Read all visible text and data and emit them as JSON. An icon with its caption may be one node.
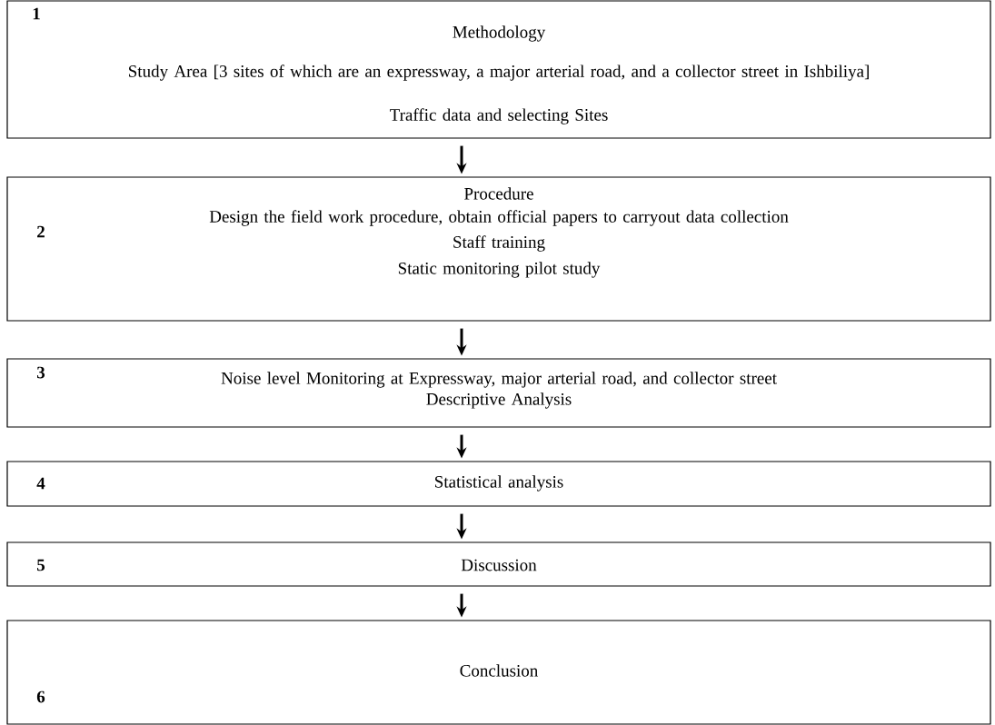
{
  "diagram": {
    "nodes": [
      {
        "text": [
          "1",
          "Methodology",
          "Study Area [3 sites of which are an expressway, a major arterial road, and a collector street in Ishbiliya]",
          "Traffic data and selecting Sites"
        ]
      },
      {
        "text": [
          "2",
          "Procedure",
          "Design the field work procedure, obtain official papers to carryout data collection",
          "Staff training",
          "Static monitoring pilot study"
        ]
      },
      {
        "text": [
          "3",
          "Noise level Monitoring at Expressway, major arterial road, and collector street",
          "Descriptive Analysis"
        ]
      },
      {
        "text": [
          "4",
          "Statistical analysis"
        ]
      },
      {
        "text": [
          "5",
          "Discussion"
        ]
      },
      {
        "text": [
          "6",
          "Conclusion"
        ]
      }
    ],
    "edges": [
      {
        "from": 0,
        "to": 1,
        "arrow": "to"
      },
      {
        "from": 1,
        "to": 2,
        "arrow": "to"
      },
      {
        "from": 2,
        "to": 3,
        "arrow": "to"
      },
      {
        "from": 3,
        "to": 4,
        "arrow": "to"
      },
      {
        "from": 4,
        "to": 5,
        "arrow": "to"
      }
    ]
  }
}
